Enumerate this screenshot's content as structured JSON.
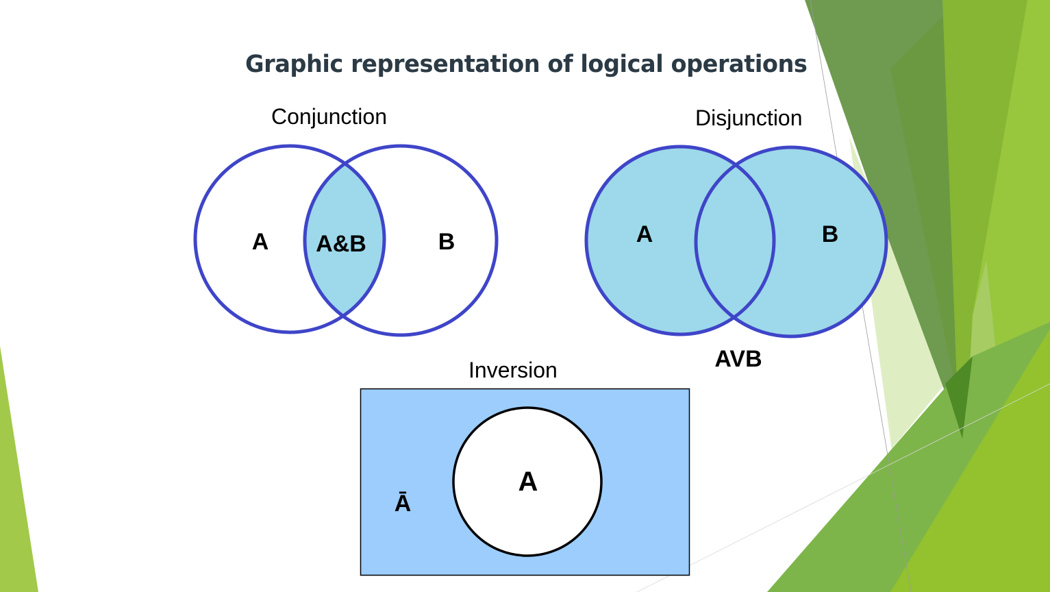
{
  "slide": {
    "title": "Graphic representation of logical operations"
  },
  "colors": {
    "circle_stroke": "#3f45c8",
    "venn_fill": "#9dd9ea",
    "inversion_fill": "#9ccdfc",
    "title_color": "#2b3a44",
    "accent_green_dark": "#6e9b4f",
    "accent_green_mid": "#7db54a",
    "accent_green_light": "#95c431"
  },
  "conjunction": {
    "label": "Conjunction",
    "set_a": "A",
    "set_b": "B",
    "intersection": "A&B"
  },
  "disjunction": {
    "label": "Disjunction",
    "set_a": "A",
    "set_b": "B",
    "union": "AVB"
  },
  "inversion": {
    "label": "Inversion",
    "set_a": "A",
    "complement": "Ā"
  }
}
